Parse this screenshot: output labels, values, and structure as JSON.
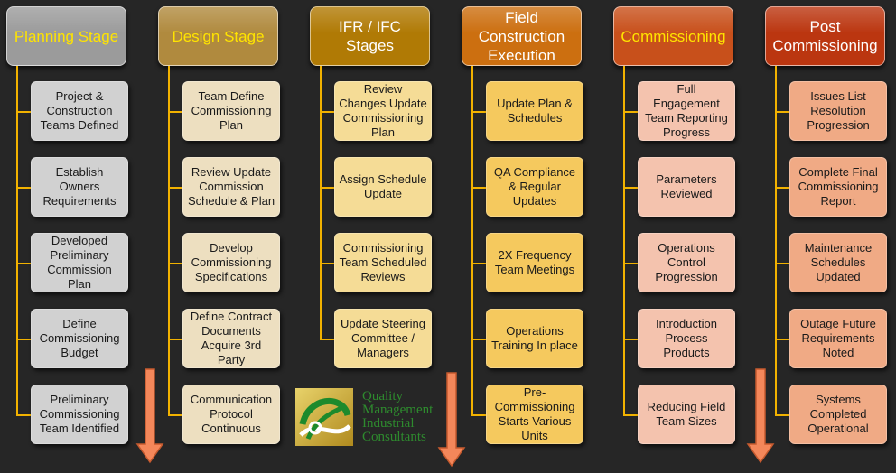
{
  "colors": {
    "connector": "#f2b200",
    "arrow_fill": "#f4875a",
    "arrow_stroke": "#c65a2e"
  },
  "stages": [
    {
      "title": "Planning Stage",
      "header_color": "#9b9b9b",
      "header_text_color": "#ffe400",
      "box_color": "#d1d1d1",
      "items": [
        "Project & Construction Teams Defined",
        "Establish Owners Requirements",
        "Developed Preliminary Commission Plan",
        "Define Commissioning Budget",
        "Preliminary Commissioning Team Identified"
      ]
    },
    {
      "title": "Design Stage",
      "header_color": "#b08a3e",
      "header_text_color": "#ffe400",
      "box_color": "#eddfc0",
      "items": [
        "Team Define Commissioning Plan",
        "Review Update Commission Schedule & Plan",
        "Develop Commissioning Specifications",
        "Define Contract Documents Acquire 3rd Party",
        "Communication Protocol Continuous"
      ]
    },
    {
      "title": "IFR / IFC Stages",
      "header_color": "#b07a05",
      "header_text_color": "#ffffff",
      "box_color": "#f5dc96",
      "items": [
        "Review Changes Update Commissioning Plan",
        "Assign Schedule Update",
        "Commissioning Team Scheduled Reviews",
        "Update Steering Committee / Managers"
      ]
    },
    {
      "title": "Field Construction Execution",
      "header_color": "#cc6f10",
      "header_text_color": "#ffffff",
      "box_color": "#f5c95e",
      "items": [
        "Update Plan & Schedules",
        "QA Compliance & Regular Updates",
        "2X Frequency Team Meetings",
        "Operations Training In place",
        "Pre-Commissioning Starts Various Units"
      ]
    },
    {
      "title": "Commissioning",
      "header_color": "#c8501b",
      "header_text_color": "#ffe400",
      "box_color": "#f4c3ae",
      "items": [
        "Full Engagement Team Reporting Progress",
        "Parameters Reviewed",
        "Operations Control Progression",
        "Introduction Process Products",
        "Reducing Field Team Sizes"
      ]
    },
    {
      "title": "Post Commissioning",
      "header_color": "#bb3610",
      "header_text_color": "#ffffff",
      "box_color": "#f0aa85",
      "items": [
        "Issues List Resolution Progression",
        "Complete Final Commissioning Report",
        "Maintenance Schedules Updated",
        "Outage Future Requirements Noted",
        "Systems Completed Operational"
      ]
    }
  ],
  "logo": {
    "lines": [
      "Quality",
      "Management",
      "Industrial",
      "Consultants"
    ]
  }
}
